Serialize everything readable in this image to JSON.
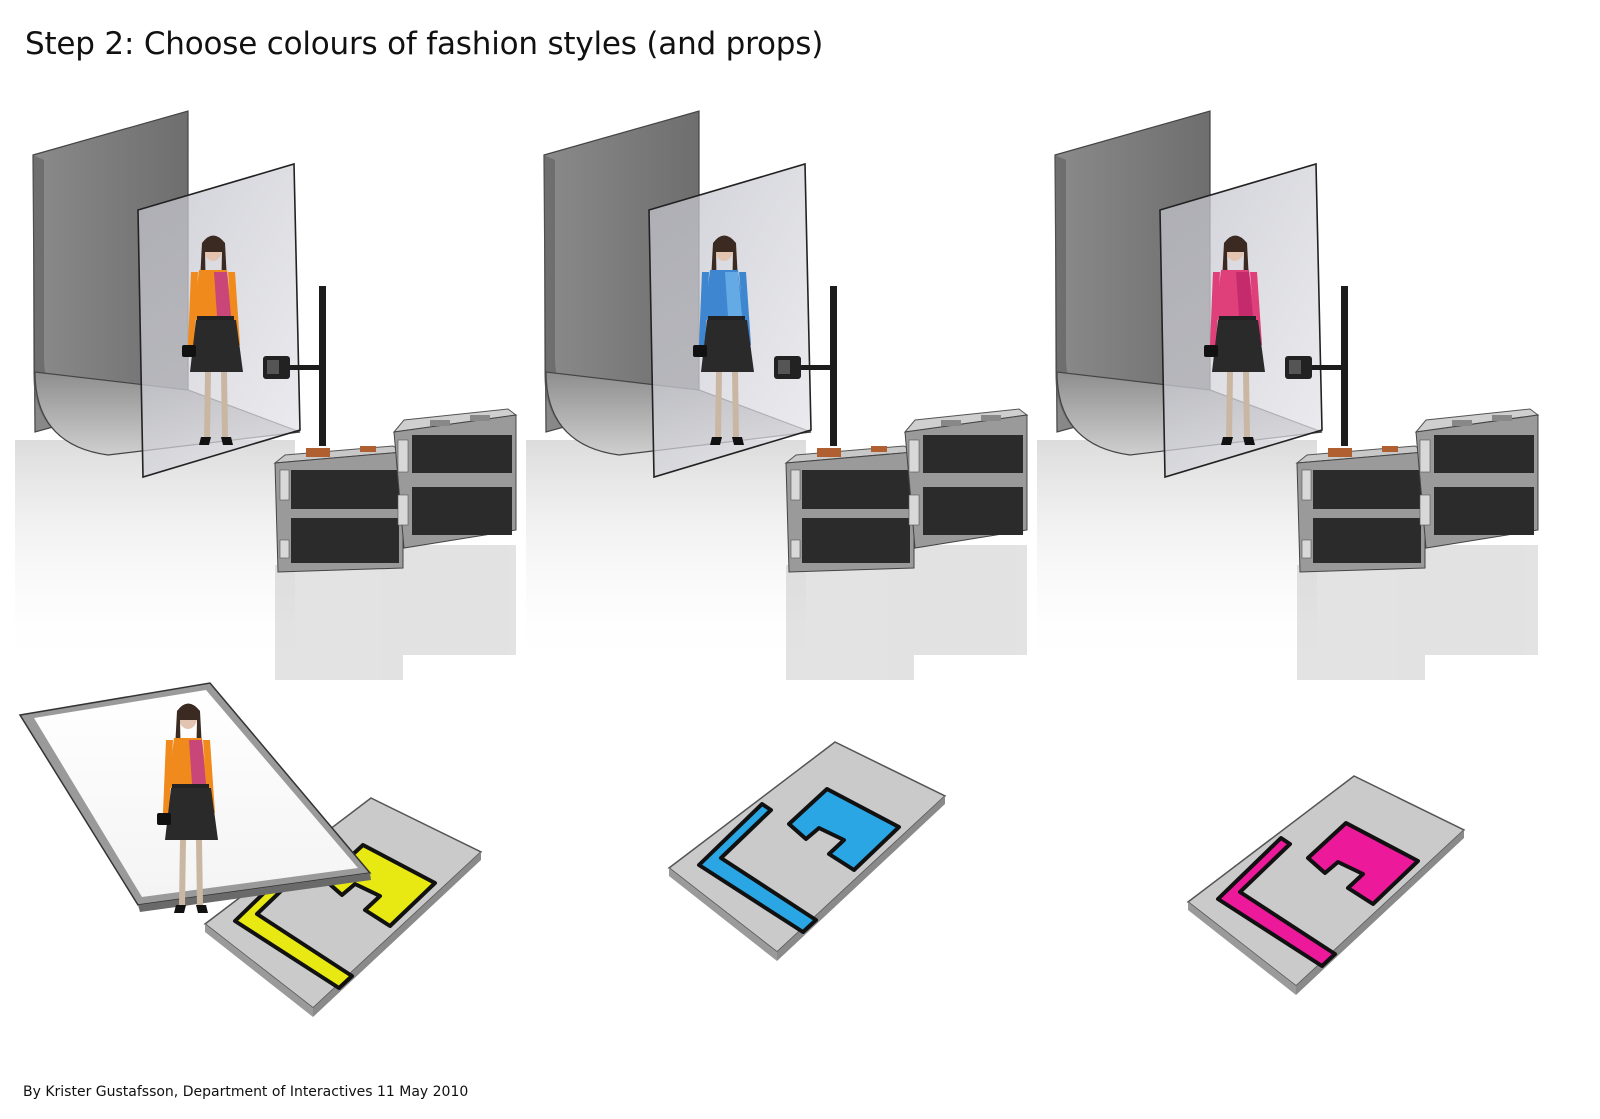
{
  "title": "Step 2: Choose colours of fashion styles (and props)",
  "credit": "By Krister Gustafsson, Department of Interactives 11 May 2010",
  "variants": [
    {
      "id": "yellow-variant",
      "outfit_color": "#f08a1c",
      "outfit_accent": "#c23a8a",
      "marker_color": "#e8e812",
      "has_photo_card": true
    },
    {
      "id": "blue-variant",
      "outfit_color": "#3e86d0",
      "outfit_accent": "#6bb0e8",
      "marker_color": "#2aa6e4",
      "has_photo_card": false
    },
    {
      "id": "magenta-variant",
      "outfit_color": "#e0407a",
      "outfit_accent": "#c0286a",
      "marker_color": "#ec1a9a",
      "has_photo_card": false
    }
  ],
  "palette": {
    "backdrop": "#7a7a7a",
    "glass": "#d2d2d8",
    "case_dark": "#2b2b2b",
    "case_frame": "#9a9a9a",
    "marker_plate": "#cacaca",
    "pole": "#1c1c1c"
  }
}
